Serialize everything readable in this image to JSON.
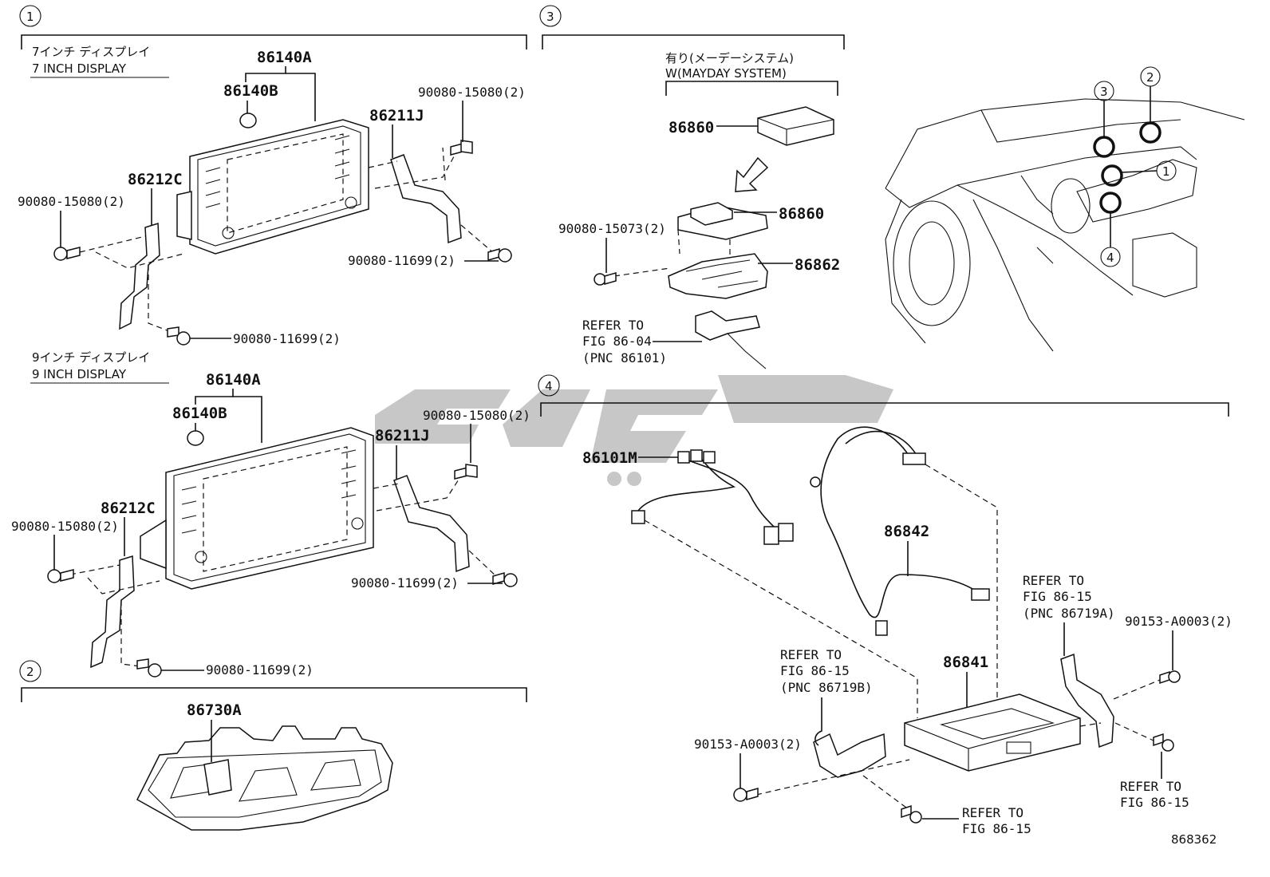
{
  "sections": {
    "s1": "1",
    "s2": "2",
    "s3": "3",
    "s4": "4"
  },
  "display7": {
    "title_jp": "7インチ ディスプレイ",
    "title_en": "7 INCH DISPLAY",
    "p_86140A": "86140A",
    "p_86140B": "86140B",
    "p_86211J": "86211J",
    "p_86212C": "86212C",
    "bolt_tr": "90080-15080(2)",
    "bolt_l": "90080-15080(2)",
    "screw_r": "90080-11699(2)",
    "screw_b": "90080-11699(2)"
  },
  "display9": {
    "title_jp": "9インチ ディスプレイ",
    "title_en": "9 INCH DISPLAY",
    "p_86140A": "86140A",
    "p_86140B": "86140B",
    "p_86211J": "86211J",
    "p_86212C": "86212C",
    "bolt_tr": "90080-15080(2)",
    "bolt_l": "90080-15080(2)",
    "screw_r": "90080-11699(2)",
    "screw_b": "90080-11699(2)"
  },
  "section2": {
    "p_86730A": "86730A"
  },
  "mayday": {
    "title_jp": "有り(メーデーシステム)",
    "title_en": "W(MAYDAY SYSTEM)",
    "p_86860_a": "86860",
    "p_86860_b": "86860",
    "p_86862": "86862",
    "bolt": "90080-15073(2)",
    "refer_1": "REFER TO",
    "refer_2": "FIG 86-04",
    "refer_3": "(PNC 86101)"
  },
  "vehicle": {
    "c1": "1",
    "c2": "2",
    "c3": "3",
    "c4": "4"
  },
  "section4": {
    "p_86101M": "86101M",
    "p_86842": "86842",
    "p_86841": "86841",
    "refA_1": "REFER TO",
    "refA_2": "FIG 86-15",
    "refA_3": "(PNC 86719A)",
    "refB_1": "REFER TO",
    "refB_2": "FIG 86-15",
    "refB_3": "(PNC 86719B)",
    "bolt_r": "90153-A0003(2)",
    "bolt_l": "90153-A0003(2)",
    "refC_1": "REFER TO",
    "refC_2": "FIG 86-15",
    "refD_1": "REFER TO",
    "refD_2": "FIG 86-15"
  },
  "footer": {
    "code": "868362"
  }
}
